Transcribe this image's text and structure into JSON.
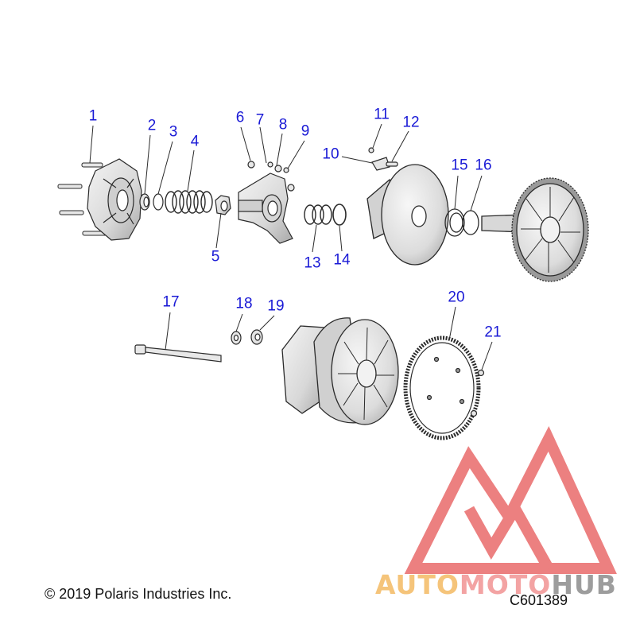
{
  "callouts": [
    "1",
    "2",
    "3",
    "4",
    "5",
    "6",
    "7",
    "8",
    "9",
    "10",
    "11",
    "12",
    "13",
    "14",
    "15",
    "16",
    "17",
    "18",
    "19",
    "20",
    "21"
  ],
  "copyright": "© 2019 Polaris Industries Inc.",
  "drawing_number": "C601389",
  "watermark": {
    "part1": "AUTO",
    "part2": "MOTO",
    "part3": "HUB",
    "colors": {
      "part1": "#f5c47a",
      "part2": "#f3a3a3",
      "part3": "#9d9d9d",
      "logo": "#e96a6a"
    }
  },
  "colors": {
    "callout": "#1a1ad6",
    "line": "#2a2a2a",
    "callout_leader": "#2a2a2a"
  }
}
